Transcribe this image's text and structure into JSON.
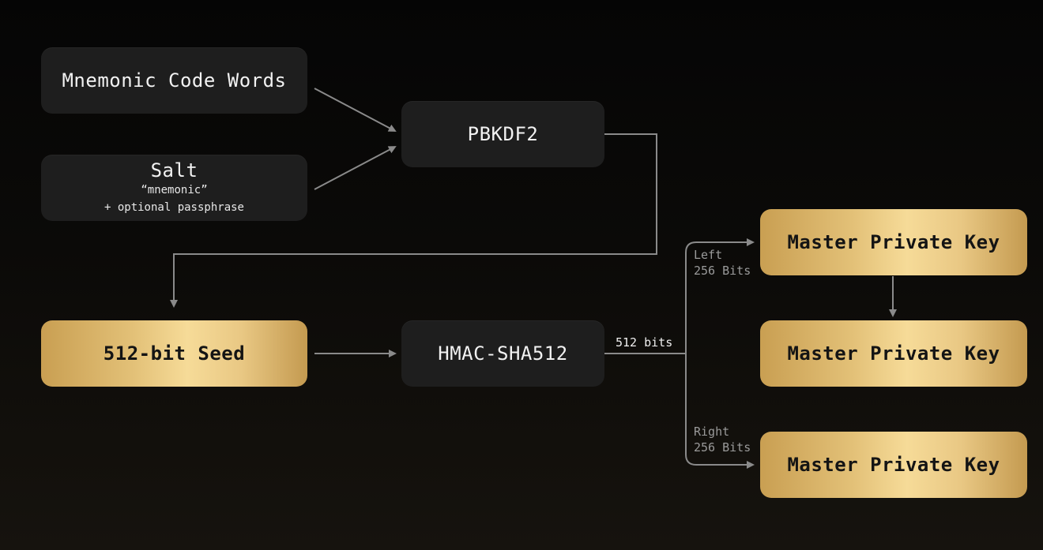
{
  "nodes": {
    "mnemonic": {
      "title": "Mnemonic Code Words"
    },
    "salt": {
      "title": "Salt",
      "line1": "“mnemonic”",
      "line2": "+ optional passphrase"
    },
    "pbkdf2": {
      "title": "PBKDF2"
    },
    "seed": {
      "title": "512-bit Seed"
    },
    "hmac": {
      "title": "HMAC-SHA512"
    },
    "key_top": {
      "title": "Master Private Key"
    },
    "key_mid": {
      "title": "Master Private Key"
    },
    "key_bottom": {
      "title": "Master Private Key"
    }
  },
  "edge_labels": {
    "bits512": "512 bits",
    "left_line1": "Left",
    "left_line2": "256 Bits",
    "right_line1": "Right",
    "right_line2": "256 Bits"
  },
  "colors": {
    "background": "#0b0a08",
    "dark_node": "#1e1e1e",
    "gold_start": "#c99f52",
    "gold_mid": "#f6db98",
    "connector": "#8a8a8a"
  }
}
